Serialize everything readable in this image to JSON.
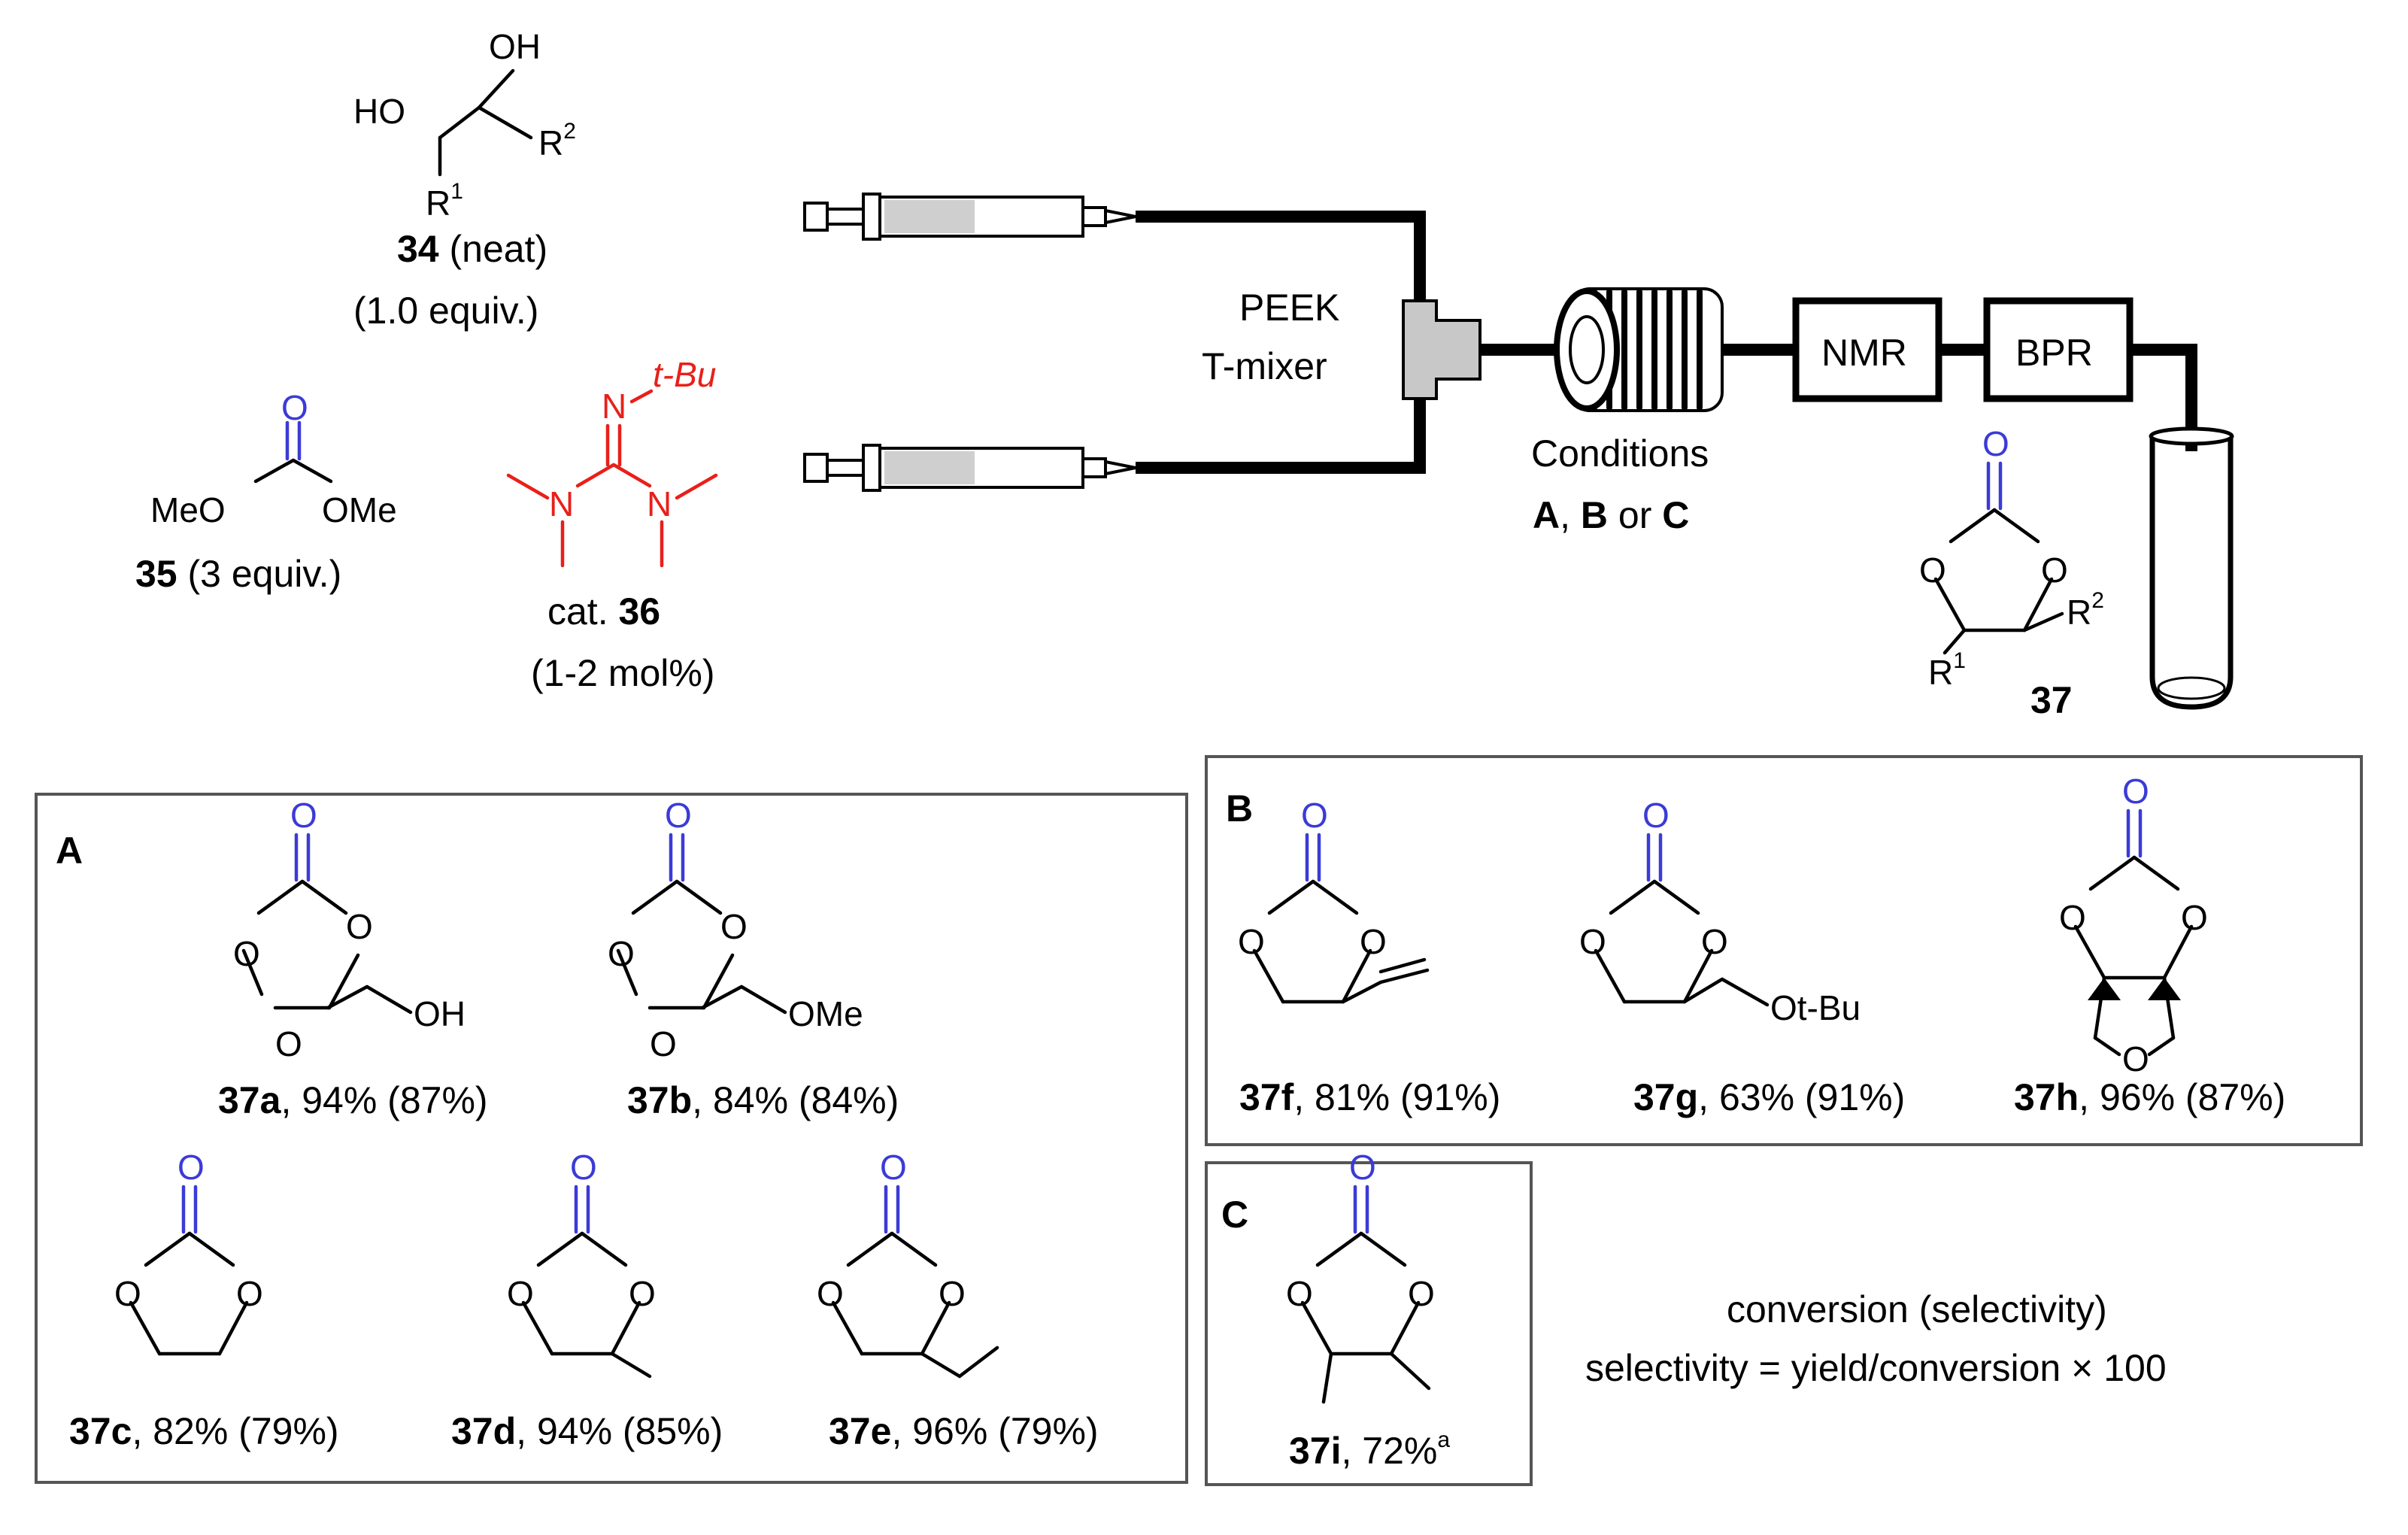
{
  "reagents": {
    "diol": {
      "oh_top": "OH",
      "oh_left": "HO",
      "r1": "R",
      "r1_sup": "1",
      "r2": "R",
      "r2_sup": "2",
      "id": "34",
      "note": " (neat)",
      "equiv": "(1.0 equiv.)"
    },
    "carbonate": {
      "o": "O",
      "meo": "MeO",
      "ome": "OMe",
      "id": "35",
      "equiv": " (3 equiv.)"
    },
    "catalyst": {
      "n_top": "N",
      "tbu": "t-Bu",
      "n_left": "N",
      "n_right": "N",
      "prefix": "cat. ",
      "id": "36",
      "loading": "(1-2 mol%)"
    }
  },
  "flow": {
    "mixer_line1": "PEEK",
    "mixer_line2": "T-mixer",
    "conditions_line1": "Conditions",
    "cond_a": "A",
    "cond_sep1": ", ",
    "cond_b": "B",
    "cond_sep2": " or ",
    "cond_c": "C",
    "nmr": "NMR",
    "bpr": "BPR",
    "product": {
      "o": "O",
      "r1": "R",
      "r1_sup": "1",
      "r2": "R",
      "r2_sup": "2",
      "id": "37"
    }
  },
  "panels": {
    "A": {
      "label": "A",
      "items": [
        {
          "id": "37a",
          "text": ", 94% (87%)",
          "sub": "OH"
        },
        {
          "id": "37b",
          "text": ", 84% (84%)",
          "sub": "OMe"
        },
        {
          "id": "37c",
          "text": ", 82% (79%)"
        },
        {
          "id": "37d",
          "text": ", 94% (85%)"
        },
        {
          "id": "37e",
          "text": ", 96% (79%)"
        }
      ]
    },
    "B": {
      "label": "B",
      "items": [
        {
          "id": "37f",
          "text": ", 81% (91%)"
        },
        {
          "id": "37g",
          "text": ", 63% (91%)",
          "sub": "Ot-Bu"
        },
        {
          "id": "37h",
          "text": ", 96% (87%)"
        }
      ]
    },
    "C": {
      "label": "C",
      "items": [
        {
          "id": "37i",
          "text": ", 72%",
          "sup": "a"
        }
      ]
    }
  },
  "legend": {
    "line1": "conversion (selectivity)",
    "line2": "selectivity = yield/conversion  ×  100"
  },
  "colors": {
    "carbonyl": "#3b3bd6",
    "catalyst": "#e8201a",
    "frame": "#555555"
  }
}
